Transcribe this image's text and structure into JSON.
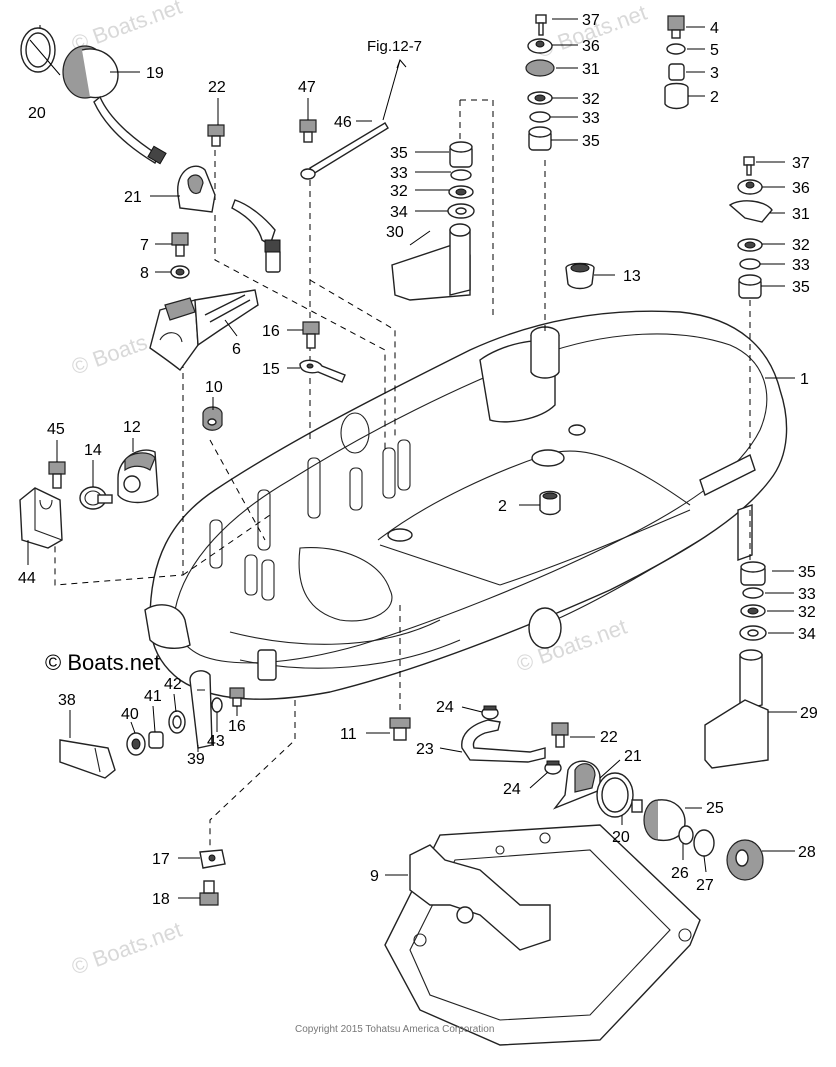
{
  "figure_reference": "Fig.12-7",
  "watermark": "© Boats.net",
  "copyright": "Copyright 2015 Tohatsu America Corporation",
  "callouts": [
    "1",
    "2",
    "3",
    "4",
    "5",
    "6",
    "7",
    "8",
    "9",
    "10",
    "11",
    "12",
    "13",
    "14",
    "15",
    "16",
    "17",
    "18",
    "19",
    "20",
    "21",
    "22",
    "23",
    "24",
    "25",
    "26",
    "27",
    "28",
    "29",
    "30",
    "31",
    "32",
    "33",
    "34",
    "35",
    "36",
    "37",
    "38",
    "39",
    "40",
    "41",
    "42",
    "43",
    "44",
    "45",
    "46",
    "47"
  ]
}
